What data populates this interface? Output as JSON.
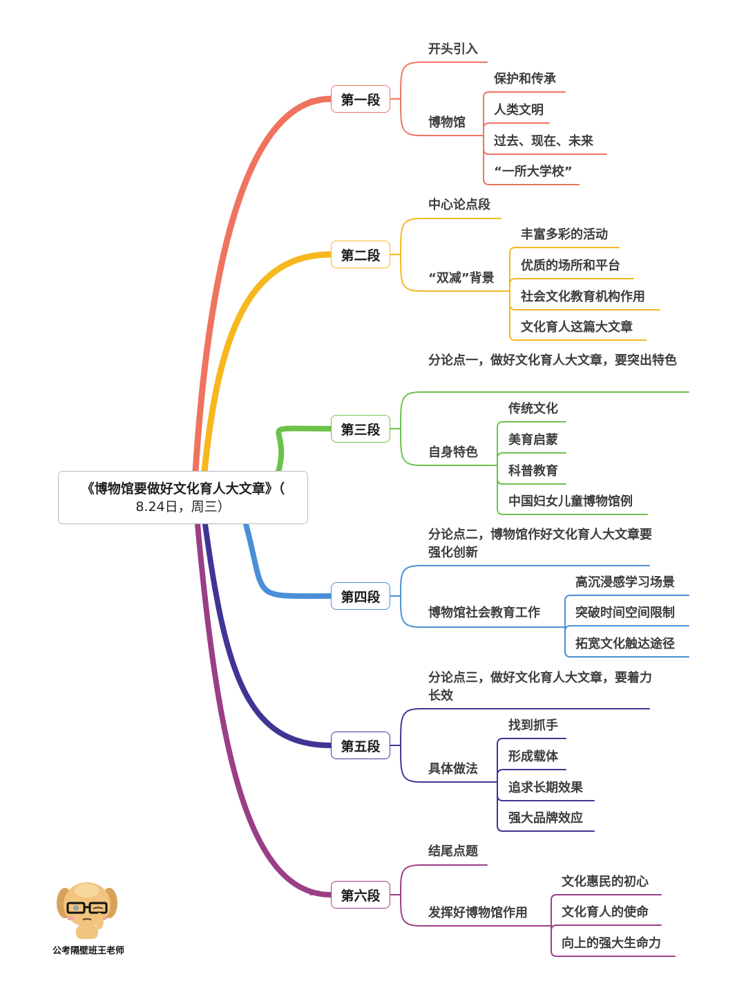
{
  "root": {
    "title": "《博物馆要做好文化育人大文章》（",
    "subtitle": "8.24日，周三）"
  },
  "sections": [
    {
      "label": "第一段",
      "color": "#f0735f",
      "topic": "开头引入",
      "group": "博物馆",
      "items": [
        "保护和传承",
        "人类文明",
        "过去、现在、未来",
        "“一所大学校”"
      ]
    },
    {
      "label": "第二段",
      "color": "#f6b81e",
      "topic": "中心论点段",
      "group": "“双减”背景",
      "items": [
        "丰富多彩的活动",
        "优质的场所和平台",
        "社会文化教育机构作用",
        "文化育人这篇大文章"
      ]
    },
    {
      "label": "第三段",
      "color": "#6cc24a",
      "topic": "分论点一，做好文化育人大文章，要突出特色",
      "group": "自身特色",
      "items": [
        "传统文化",
        "美育启蒙",
        "科普教育",
        "中国妇女儿童博物馆例"
      ]
    },
    {
      "label": "第四段",
      "color": "#4a8fd6",
      "topic": "分论点二，博物馆作好文化育人大文章要强化创新",
      "group": "博物馆社会教育工作",
      "items": [
        "高沉浸感学习场景",
        "突破时间空间限制",
        "拓宽文化触达途径"
      ]
    },
    {
      "label": "第五段",
      "color": "#3e3594",
      "topic": "分论点三，做好文化育人大文章，要着力长效",
      "group": "具体做法",
      "items": [
        "找到抓手",
        "形成载体",
        "追求长期效果",
        "强大品牌效应"
      ]
    },
    {
      "label": "第六段",
      "color": "#9a3f86",
      "topic": "结尾点题",
      "group": "发挥好博物馆作用",
      "items": [
        "文化惠民的初心",
        "文化育人的使命",
        "向上的强大生命力"
      ]
    }
  ],
  "watermark": {
    "caption": "公考隔壁班王老师",
    "icon": "dog-mascot-icon"
  }
}
